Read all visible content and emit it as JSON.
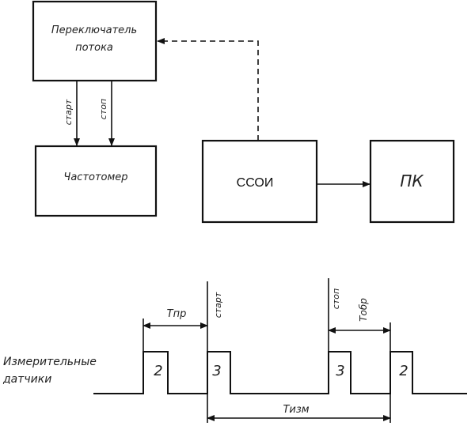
{
  "blocks": {
    "switch": {
      "line1": "Переключатель",
      "line2": "потока"
    },
    "freq": "Частотомер",
    "ssoi": "ССОИ",
    "pc": "ПК"
  },
  "arrows": {
    "start": "старт",
    "stop": "стоп"
  },
  "timing": {
    "sensors_line1": "Измерительные",
    "sensors_line2": "датчики",
    "pulse_2": "2",
    "pulse_3": "3",
    "t_pr": "Tпр",
    "t_obr": "Tобр",
    "t_izm": "Tизм",
    "start": "старт",
    "stop": "стоп"
  }
}
